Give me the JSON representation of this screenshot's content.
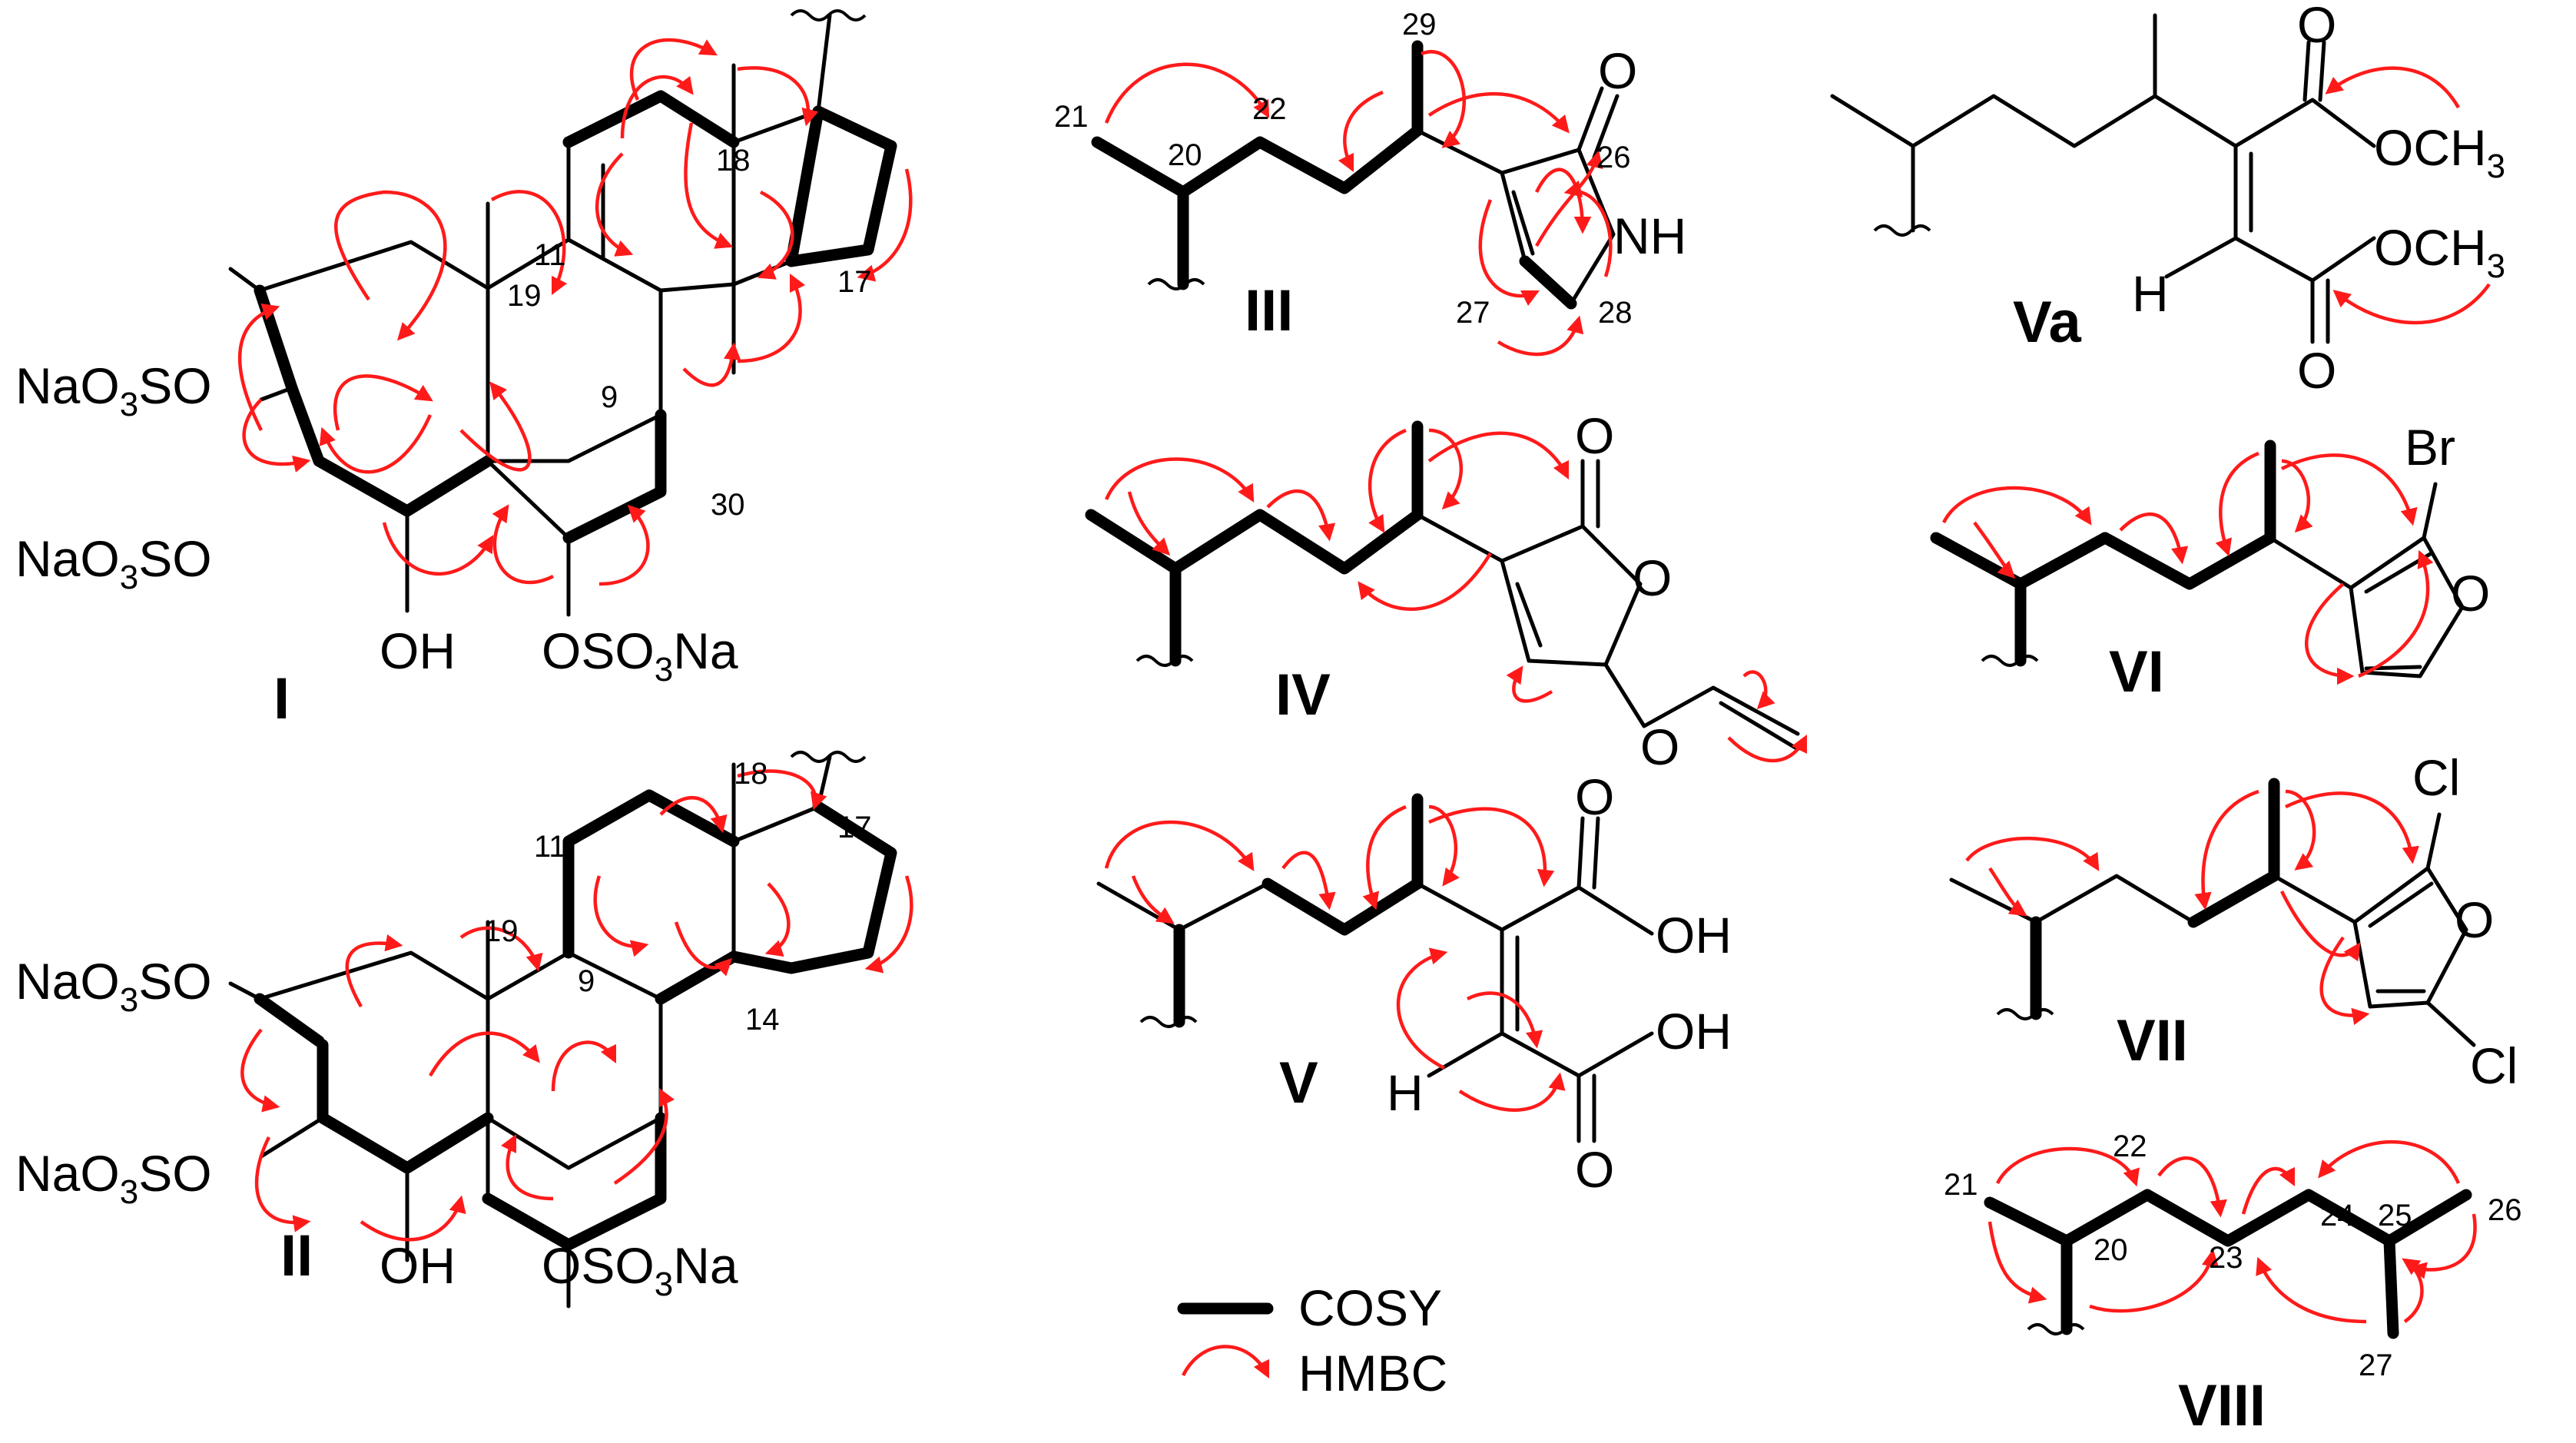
{
  "figure": {
    "legend": {
      "cosy_label": "COSY",
      "hmbc_label": "HMBC"
    },
    "colors": {
      "hmbc": "#ff1a1a",
      "cosy": "#000000",
      "background": "#ffffff"
    },
    "compounds": {
      "I": {
        "label": "I",
        "groups": {
          "top_sulfate": "NaO3SO",
          "bottom_sulfate": "NaO3SO",
          "hydroxyl": "OH",
          "ring_sulfate": "OSO3Na"
        },
        "atom_numbers": {
          "c11": "11",
          "c18": "18",
          "c19": "19",
          "c9": "9",
          "c17": "17",
          "c30": "30"
        }
      },
      "II": {
        "label": "II",
        "groups": {
          "top_sulfate": "NaO3SO",
          "bottom_sulfate": "NaO3SO",
          "hydroxyl": "OH",
          "ring_sulfate": "OSO3Na"
        },
        "atom_numbers": {
          "c11": "11",
          "c18": "18",
          "c19": "19",
          "c9": "9",
          "c17": "17",
          "c14": "14"
        }
      },
      "III": {
        "label": "III",
        "groups": {
          "carbonyl_o": "O",
          "nh": "NH"
        },
        "atom_numbers": {
          "c21": "21",
          "c20": "20",
          "c22": "22",
          "c29": "29",
          "c26": "26",
          "c27": "27",
          "c28": "28"
        }
      },
      "IV": {
        "label": "IV",
        "groups": {
          "carbonyl_o": "O",
          "ring_o": "O",
          "ether_o": "O"
        }
      },
      "V": {
        "label": "V",
        "groups": {
          "o_top": "O",
          "oh_top": "OH",
          "oh_bottom": "OH",
          "o_bottom": "O",
          "h": "H"
        }
      },
      "Va": {
        "label": "Va",
        "groups": {
          "o_top": "O",
          "ome_top": "OCH3",
          "ome_bottom": "OCH3",
          "o_bottom": "O",
          "h": "H"
        }
      },
      "VI": {
        "label": "VI",
        "groups": {
          "br": "Br",
          "ring_o": "O"
        }
      },
      "VII": {
        "label": "VII",
        "groups": {
          "cl_top": "Cl",
          "ring_o": "O",
          "cl_bottom": "Cl"
        }
      },
      "VIII": {
        "label": "VIII",
        "atom_numbers": {
          "c21": "21",
          "c22": "22",
          "c20": "20",
          "c23": "23",
          "c24": "24",
          "c25": "25",
          "c26": "26",
          "c27": "27"
        }
      }
    }
  }
}
